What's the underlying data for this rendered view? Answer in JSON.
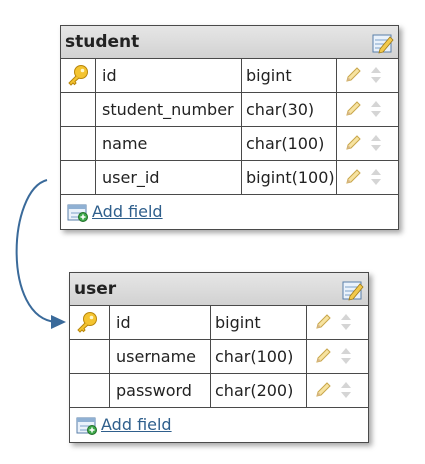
{
  "tables": [
    {
      "name": "student",
      "fields": [
        {
          "name": "id",
          "type": "bigint",
          "primary_key": true
        },
        {
          "name": "student_number",
          "type": "char(30)",
          "primary_key": false
        },
        {
          "name": "name",
          "type": "char(100)",
          "primary_key": false
        },
        {
          "name": "user_id",
          "type": "bigint(100)",
          "primary_key": false
        }
      ],
      "add_field_label": "Add field"
    },
    {
      "name": "user",
      "fields": [
        {
          "name": "id",
          "type": "bigint",
          "primary_key": true
        },
        {
          "name": "username",
          "type": "char(100)",
          "primary_key": false
        },
        {
          "name": "password",
          "type": "char(200)",
          "primary_key": false
        }
      ],
      "add_field_label": "Add field"
    }
  ],
  "relation": {
    "from": "student.user_id",
    "to": "user.id"
  },
  "colors": {
    "header": "#d8d8d8",
    "border": "#4a4a4a",
    "link": "#2f5f8c",
    "relation_line": "#3a6a9a"
  },
  "icons": [
    "edit-table-icon",
    "primary-key-icon",
    "pencil-icon",
    "reorder-arrows-icon",
    "add-field-icon"
  ]
}
